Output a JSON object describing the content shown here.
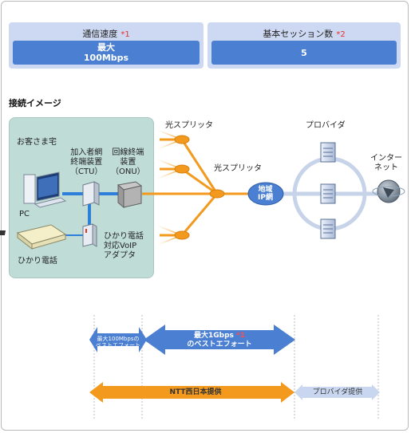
{
  "specs": {
    "speed": {
      "title": "通信速度",
      "note_mark": "*1",
      "value_line1": "最大",
      "value_line2": "100Mbps"
    },
    "sessions": {
      "title": "基本セッション数",
      "note_mark": "*2",
      "value": "5"
    }
  },
  "section_title": "接続イメージ",
  "home": {
    "title": "お客さま宅",
    "pc_label": "PC",
    "phone_label": "ひかり電話",
    "ctu_label_lines": [
      "加入者網",
      "終端装置",
      "（CTU）"
    ],
    "onu_label_lines": [
      "回線終端",
      "装置",
      "（ONU）"
    ],
    "voip_label_lines": [
      "ひかり電話",
      "対応VoIP",
      "アダプタ"
    ]
  },
  "network": {
    "splitter1": "光スプリッタ",
    "splitter2": "光スプリッタ",
    "area_ip_lines": [
      "地域",
      "IP網"
    ],
    "provider": "プロバイダ",
    "internet_lines": [
      "インター",
      "ネット"
    ]
  },
  "arrows": {
    "lan_speed_lines": [
      "最大100Mbpsの",
      "ベストエフォート"
    ],
    "wan_speed_line1": "最大1Gbps",
    "wan_speed_mark": "*1",
    "wan_speed_line2": "のベストエフォート",
    "ntt_label": "NTT西日本提供",
    "provider_label": "プロバイダ提供"
  },
  "colors": {
    "spec_bg": "#cdd9f2",
    "spec_value_bg": "#4a7fd1",
    "home_bg": "#bfdcd7",
    "fiber_orange": "#f39a1e",
    "lan_blue": "#2e7fd9",
    "speed_arrow_blue": "#4a7fd1",
    "ntt_arrow_orange": "#f39a1e",
    "provider_arrow": "#c8d7ef",
    "note_red": "#e8302f"
  }
}
